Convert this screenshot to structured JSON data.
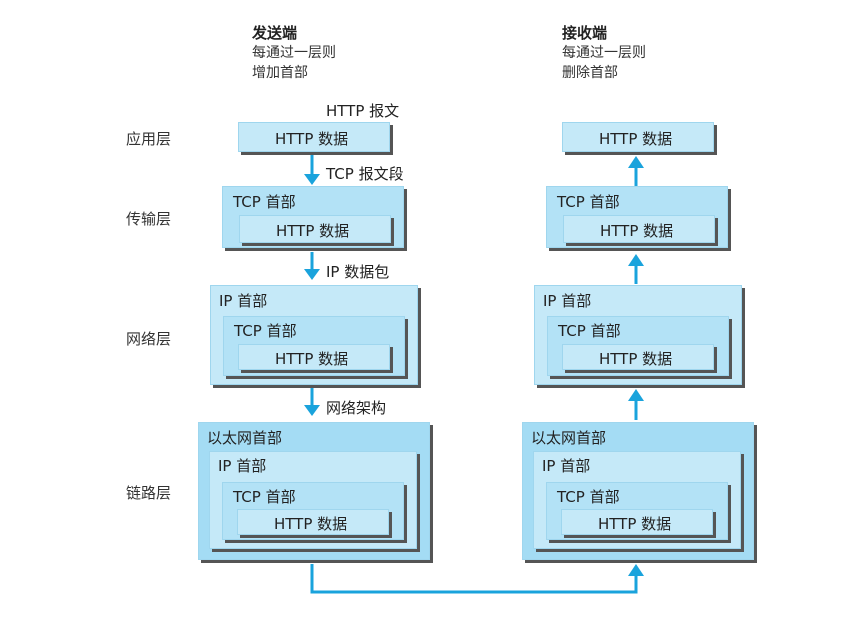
{
  "sender": {
    "title": "发送端",
    "line1": "每通过一层则",
    "line2": "增加首部"
  },
  "receiver": {
    "title": "接收端",
    "line1": "每通过一层则",
    "line2": "删除首部"
  },
  "layers": {
    "application": "应用层",
    "transport": "传输层",
    "network": "网络层",
    "link": "链路层"
  },
  "labels": {
    "http_data": "HTTP 数据",
    "tcp_header": "TCP 首部",
    "ip_header": "IP 首部",
    "eth_header": "以太网首部"
  },
  "captions": {
    "http_message": "HTTP 报文",
    "tcp_segment": "TCP 报文段",
    "ip_packet": "IP 数据包",
    "network_arch": "网络架构"
  },
  "colors": {
    "arrow": "#1aa3dc",
    "box_light": "#c5e9f8",
    "box_dark": "#95d6f2",
    "shadow": "#555555"
  }
}
